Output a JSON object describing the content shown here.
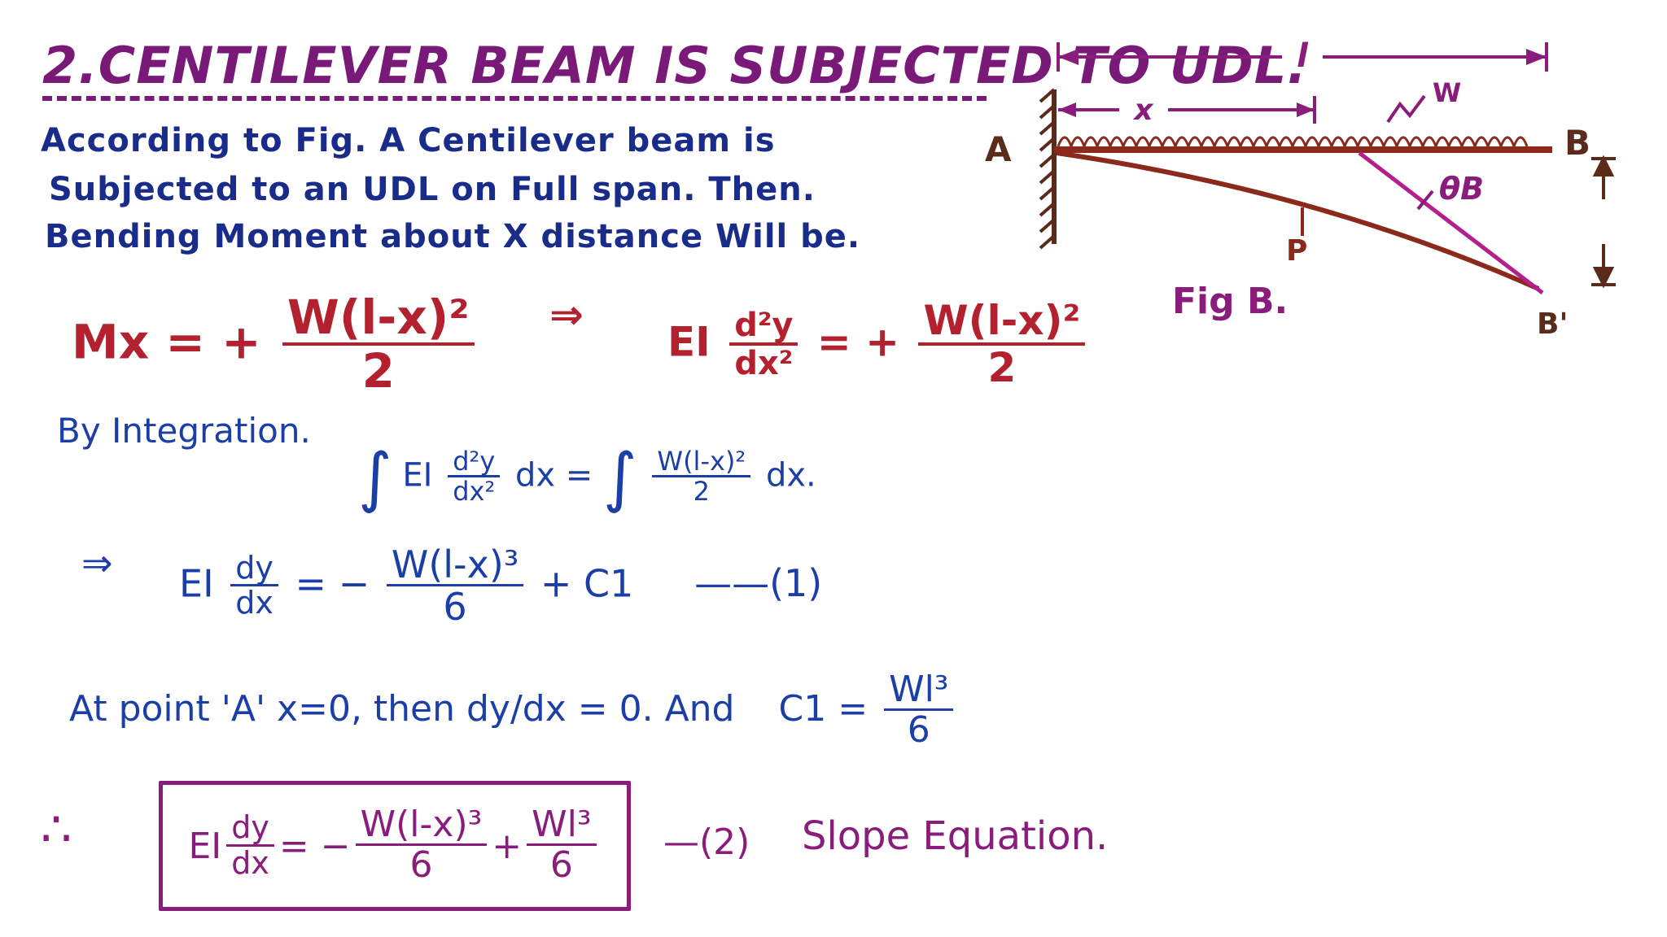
{
  "title": "2.CENTILEVER BEAM IS SUBJECTED TO UDL.",
  "intro": {
    "line1": "According to Fig. A Centilever beam is",
    "line2": "Subjected to an UDL on Full span. Then.",
    "line3": "Bending Moment about X distance Will be."
  },
  "figure": {
    "span_label": "l",
    "x_label": "x",
    "load_label": "W",
    "support_label": "A",
    "end_label": "B",
    "deflected_end_label": "B'",
    "point_label": "P",
    "angle_label": "θB",
    "caption": "Fig B."
  },
  "eq1": {
    "lhs": "Mx = +",
    "num": "W(l-x)²",
    "den": "2",
    "arrow": "⇒",
    "rhs_lhs_prefix": "EI",
    "rhs_dnum": "d²y",
    "rhs_dden": "dx²",
    "rhs_eq": "= +",
    "rhs_num": "W(l-x)²",
    "rhs_den": "2"
  },
  "integration": {
    "label": "By Integration.",
    "int_sign": "∫",
    "lhs_prefix": "EI",
    "lhs_num": "d²y",
    "lhs_den": "dx²",
    "lhs_suffix": "dx =",
    "rhs_num": "W(l-x)²",
    "rhs_den": "2",
    "rhs_suffix": "dx."
  },
  "eq2": {
    "arrow": "⇒",
    "prefix": "EI",
    "dnum": "dy",
    "dden": "dx",
    "mid": "= −",
    "num": "W(l-x)³",
    "den": "6",
    "tail": "+ C1",
    "tag": "——(1)"
  },
  "condition": {
    "text": "At point 'A'  x=0, then dy/dx = 0.  And",
    "c1": "C1 =",
    "num": "Wl³",
    "den": "6"
  },
  "final": {
    "therefore": "∴",
    "prefix": "EI",
    "dnum": "dy",
    "dden": "dx",
    "mid": "= −",
    "num1": "W(l-x)³",
    "den1": "6",
    "plus": "+",
    "num2": "Wl³",
    "den2": "6",
    "tag": "—(2)",
    "label": "Slope Equation."
  },
  "colors": {
    "title": "#7a1a78",
    "intro": "#1a2c8a",
    "red": "#b3202e",
    "blue": "#1b3fa6",
    "purple": "#8a1c7c",
    "beam": "#8b2a1a"
  }
}
